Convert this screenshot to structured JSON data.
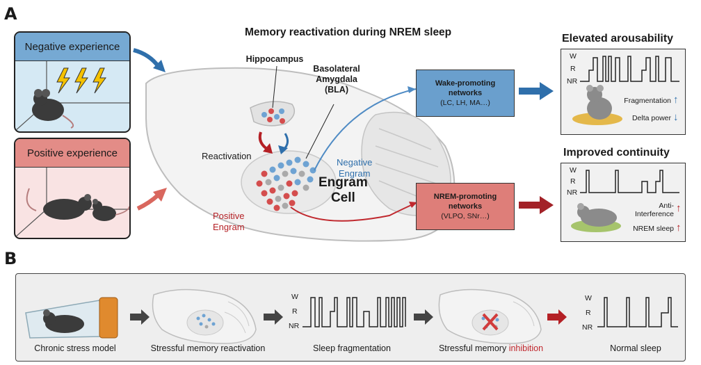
{
  "panel_a": {
    "letter": "A",
    "title": "Memory reactivation during NREM sleep",
    "negative_experience": "Negative experience",
    "positive_experience": "Positive experience",
    "hippocampus": "Hippocampus",
    "bla_line1": "Basolateral",
    "bla_line2": "Amygdala",
    "bla_line3": "(BLA)",
    "reactivation": "Reactivation",
    "negative_engram_line1": "Negative",
    "negative_engram_line2": "Engram",
    "positive_engram_line1": "Positive",
    "positive_engram_line2": "Engram",
    "engram_cell_line1": "Engram",
    "engram_cell_line2": "Cell",
    "wake_net_title_line1": "Wake-promoting",
    "wake_net_title_line2": "networks",
    "wake_net_regions": "(LC, LH, MA…)",
    "nrem_net_title_line1": "NREM-promoting",
    "nrem_net_title_line2": "networks",
    "nrem_net_regions": "(VLPO, SNr…)",
    "elevated_title": "Elevated arousability",
    "improved_title": "Improved continuity",
    "hyp_w": "W",
    "hyp_r": "R",
    "hyp_nr": "NR",
    "fragmentation": "Fragmentation",
    "delta_power": "Delta power",
    "anti_line1": "Anti-",
    "anti_line2": "Interference",
    "nrem_sleep": "NREM sleep",
    "arrow_up": "↑",
    "arrow_down": "↓"
  },
  "panel_b": {
    "letter": "B",
    "captions": [
      "Chronic stress model",
      "Stressful memory reactivation",
      "Sleep fragmentation",
      "Stressful memory",
      "Normal sleep"
    ],
    "inhibition": "inhibition",
    "hyp_w": "W",
    "hyp_r": "R",
    "hyp_nr": "NR"
  },
  "colors": {
    "negative_blue": "#2f6fab",
    "positive_red": "#b42025",
    "wake_box": "#6a9fcd",
    "nrem_box": "#de7e79",
    "neg_bg": "#d5e9f4",
    "pos_bg": "#f9e3e3",
    "neg_head": "#76a9d3",
    "pos_head": "#e38c87"
  }
}
